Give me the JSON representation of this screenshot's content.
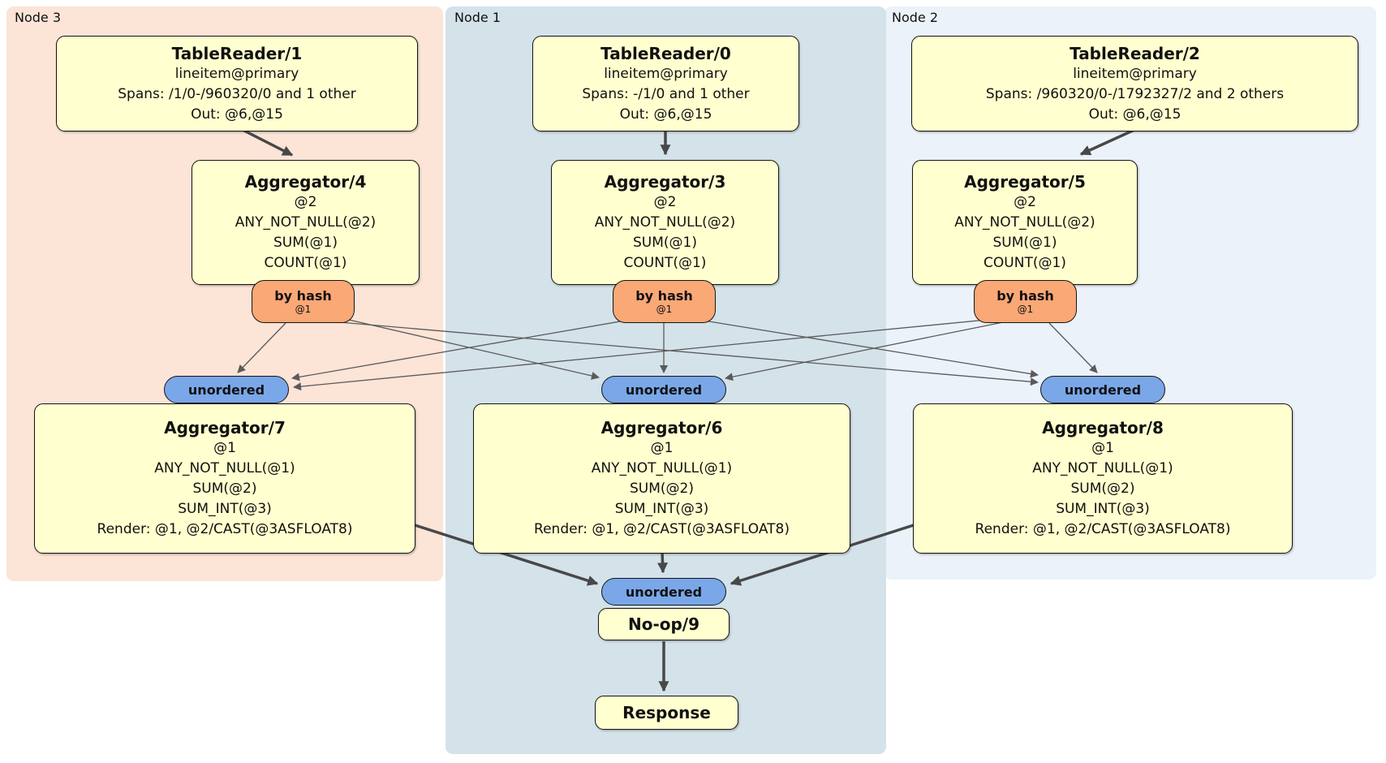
{
  "regions": {
    "node3": {
      "label": "Node 3"
    },
    "node1": {
      "label": "Node 1"
    },
    "node2": {
      "label": "Node 2"
    }
  },
  "processors": {
    "tr1": {
      "title": "TableReader/1",
      "lines": [
        "lineitem@primary",
        "Spans: /1/0-/960320/0 and 1 other",
        "Out: @6,@15"
      ]
    },
    "tr0": {
      "title": "TableReader/0",
      "lines": [
        "lineitem@primary",
        "Spans: -/1/0 and 1 other",
        "Out: @6,@15"
      ]
    },
    "tr2": {
      "title": "TableReader/2",
      "lines": [
        "lineitem@primary",
        "Spans: /960320/0-/1792327/2 and 2 others",
        "Out: @6,@15"
      ]
    },
    "agg4": {
      "title": "Aggregator/4",
      "lines": [
        "@2",
        "ANY_NOT_NULL(@2)",
        "SUM(@1)",
        "COUNT(@1)"
      ]
    },
    "agg3": {
      "title": "Aggregator/3",
      "lines": [
        "@2",
        "ANY_NOT_NULL(@2)",
        "SUM(@1)",
        "COUNT(@1)"
      ]
    },
    "agg5": {
      "title": "Aggregator/5",
      "lines": [
        "@2",
        "ANY_NOT_NULL(@2)",
        "SUM(@1)",
        "COUNT(@1)"
      ]
    },
    "agg7": {
      "title": "Aggregator/7",
      "lines": [
        "@1",
        "ANY_NOT_NULL(@1)",
        "SUM(@2)",
        "SUM_INT(@3)",
        "Render: @1, @2/CAST(@3ASFLOAT8)"
      ]
    },
    "agg6": {
      "title": "Aggregator/6",
      "lines": [
        "@1",
        "ANY_NOT_NULL(@1)",
        "SUM(@2)",
        "SUM_INT(@3)",
        "Render: @1, @2/CAST(@3ASFLOAT8)"
      ]
    },
    "agg8": {
      "title": "Aggregator/8",
      "lines": [
        "@1",
        "ANY_NOT_NULL(@1)",
        "SUM(@2)",
        "SUM_INT(@3)",
        "Render: @1, @2/CAST(@3ASFLOAT8)"
      ]
    },
    "noop": {
      "title": "No-op/9"
    },
    "response": {
      "title": "Response"
    }
  },
  "routers": {
    "node3": {
      "label": "by hash",
      "detail": "@1"
    },
    "node1": {
      "label": "by hash",
      "detail": "@1"
    },
    "node2": {
      "label": "by hash",
      "detail": "@1"
    }
  },
  "syncs": {
    "node3": {
      "label": "unordered"
    },
    "node1": {
      "label": "unordered"
    },
    "node2": {
      "label": "unordered"
    },
    "final": {
      "label": "unordered"
    }
  },
  "colors": {
    "node3_bg": "#fce4d7",
    "node1_bg": "#d4e2ea",
    "node2_bg": "#ecf2fa",
    "box_bg": "#ffffcf",
    "router_bg": "#f9a876",
    "sync_bg": "#7aa7e8",
    "edge_thin": "#5a5a5a",
    "edge_thick": "#484848"
  }
}
